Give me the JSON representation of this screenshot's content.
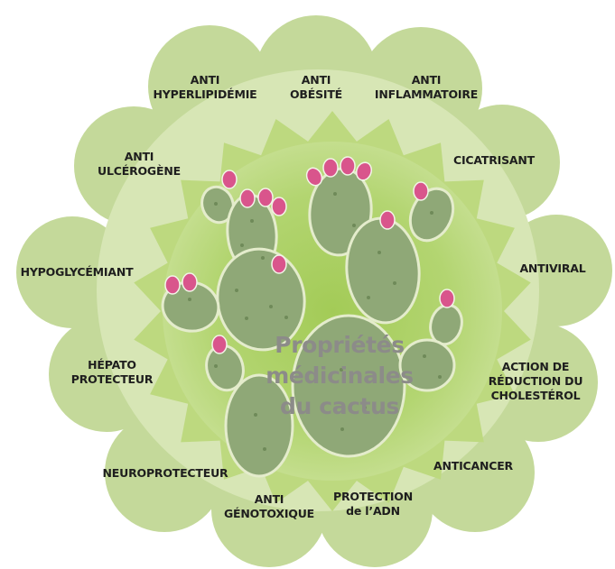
{
  "center_title": {
    "line1": "Propriétés",
    "line2": "médicinales",
    "line3": "du cactus"
  },
  "properties": [
    {
      "id": "anti-obesite",
      "lines": [
        "ANTI",
        "OBÉSITÉ"
      ]
    },
    {
      "id": "anti-inflammatoire",
      "lines": [
        "ANTI",
        "INFLAMMATOIRE"
      ]
    },
    {
      "id": "cicatrisant",
      "lines": [
        "CICATRISANT"
      ]
    },
    {
      "id": "antiviral",
      "lines": [
        "ANTIVIRAL"
      ]
    },
    {
      "id": "reduction-cholesterol",
      "lines": [
        "ACTION DE",
        "RÉDUCTION DU",
        "CHOLESTÉROL"
      ]
    },
    {
      "id": "anticancer",
      "lines": [
        "ANTICANCER"
      ]
    },
    {
      "id": "protection-adn",
      "lines": [
        "PROTECTION",
        "de l’ADN"
      ]
    },
    {
      "id": "anti-genotoxique",
      "lines": [
        "ANTI",
        "GÉNOTOXIQUE"
      ]
    },
    {
      "id": "neuroprotecteur",
      "lines": [
        "NEUROPROTECTEUR"
      ]
    },
    {
      "id": "hepato-protecteur",
      "lines": [
        "HÉPATO",
        "PROTECTEUR"
      ]
    },
    {
      "id": "hypoglycemiant",
      "lines": [
        "HYPOGLYCÉMIANT"
      ]
    },
    {
      "id": "anti-ulcerogene",
      "lines": [
        "ANTI",
        "ULCÉROGÈNE"
      ]
    },
    {
      "id": "anti-hyperlipidemie",
      "lines": [
        "ANTI",
        "HYPERLIPIDÉMIE"
      ]
    }
  ],
  "colors": {
    "outer_flower": "#d7e6b5",
    "scallop_edge": "#c4d99a",
    "starburst": "#bdd97f",
    "inner_core": "#a9ce5e",
    "cactus_pad": "#8fa877",
    "cactus_edge": "#e4eccc",
    "fruit": "#d9558c",
    "title_text": "#8c8b89",
    "label_text": "#1e1e1e"
  }
}
